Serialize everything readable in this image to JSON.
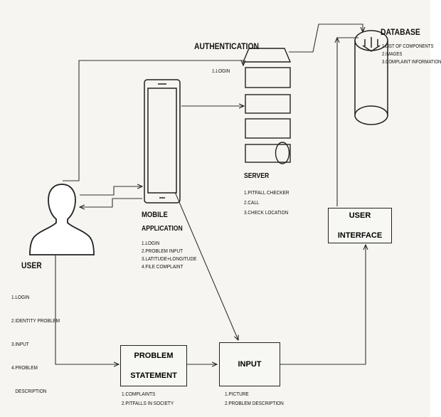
{
  "authentication": {
    "title": "AUTHENTICATION",
    "items": [
      "1.LOGIN"
    ]
  },
  "database": {
    "title": "DATABASE",
    "items": [
      "1.LIST OF COMPONENTS",
      "2.IMAGES",
      "3.COMPLAINT INFORMATION"
    ]
  },
  "server": {
    "title": "SERVER",
    "items": [
      "1.PITFALL CHECKER",
      "2.CALL",
      "3.CHECK LOCATION"
    ]
  },
  "mobile_app": {
    "title_line1": "MOBILE",
    "title_line2": "APPLICATION",
    "items": [
      "1.LOGIN",
      "2.PROBLEM INPUT",
      "3.LATITUDE+LONGITUDE",
      "4.FILE COMPLAINT"
    ]
  },
  "user": {
    "title": "USER",
    "items": [
      "1.LOGIN",
      "2.IDENTITY PROBLEM",
      "3.INPUT",
      "4.PROBLEM",
      "   DESCRIPTION"
    ]
  },
  "user_interface": {
    "title": "USER INTERFACE"
  },
  "problem_statement": {
    "title_line1": "PROBLEM",
    "title_line2": "STATEMENT",
    "items": [
      "1.COMPLAINTS",
      "2.PITFALLS IN SOCIETY"
    ]
  },
  "input": {
    "title": "INPUT",
    "items": [
      "1.PICTURE",
      "2.PROBLEM DESCRIPTION"
    ]
  },
  "colors": {
    "stroke": "#222222",
    "background": "#f6f5f1",
    "text": "#111111"
  }
}
